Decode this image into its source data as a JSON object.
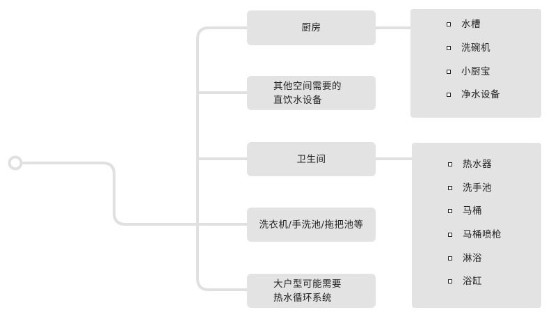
{
  "colors": {
    "box_fill": "#e3e3e3",
    "connector": "#e0e0e0",
    "text": "#222222"
  },
  "branches": [
    {
      "lines": [
        "厨房"
      ]
    },
    {
      "lines": [
        "其他空间需要的",
        "直饮水设备"
      ]
    },
    {
      "lines": [
        "卫生间"
      ]
    },
    {
      "lines": [
        "洗衣机/手洗池/拖把池等"
      ]
    },
    {
      "lines": [
        "大户型可能需要",
        "热水循环系统"
      ]
    }
  ],
  "kitchen_items": [
    "水槽",
    "洗碗机",
    "小厨宝",
    "净水设备"
  ],
  "bathroom_items": [
    "热水器",
    "洗手池",
    "马桶",
    "马桶喷枪",
    "淋浴",
    "浴缸"
  ]
}
